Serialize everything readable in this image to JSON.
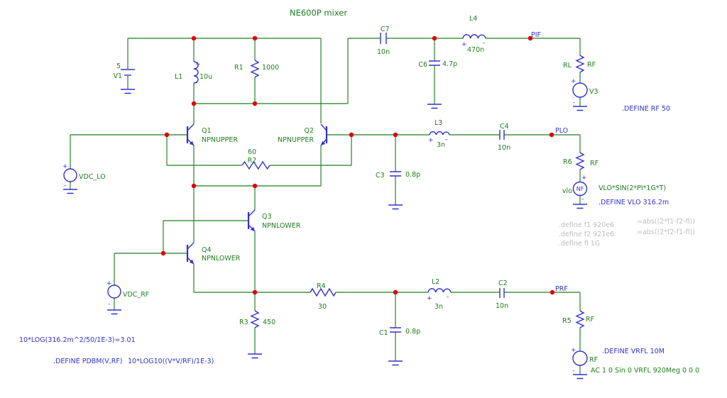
{
  "title": "NE600P mixer",
  "colors": {
    "green": "#1f7d1f",
    "blue": "#3131ce",
    "red": "#e00000",
    "muted": "#bdbdbd",
    "bg": "#ffffff"
  },
  "sym": {
    "plus": "+",
    "minus": "-"
  },
  "nodes": {
    "pif": "PIF",
    "plo": "PLO",
    "prf": "PRF"
  },
  "parts": {
    "v1": {
      "ref": "V1",
      "value": "5"
    },
    "l1": {
      "ref": "L1",
      "value": "10u"
    },
    "r1": {
      "ref": "R1",
      "value": "1000"
    },
    "c7": {
      "ref": "C7",
      "value": "10n"
    },
    "c6": {
      "ref": "C6",
      "value": "4.7p"
    },
    "l4": {
      "ref": "L4",
      "value": "470n"
    },
    "rl": {
      "ref": "RL",
      "value": "RF"
    },
    "v3": {
      "ref": "V3"
    },
    "q1": {
      "ref": "Q1",
      "model": "NPNUPPER"
    },
    "q2": {
      "ref": "Q2",
      "model": "NPNUPPER"
    },
    "q3": {
      "ref": "Q3",
      "model": "NPNLOWER"
    },
    "q4": {
      "ref": "Q4",
      "model": "NPNLOWER"
    },
    "r2": {
      "ref": "R2",
      "value": "60"
    },
    "vdc_lo": {
      "ref": "VDC_LO"
    },
    "vdc_rf": {
      "ref": "VDC_RF"
    },
    "c3": {
      "ref": "C3",
      "value": "0.8p"
    },
    "l3": {
      "ref": "L3",
      "value": "3n"
    },
    "c4": {
      "ref": "C4",
      "value": "10n"
    },
    "r6": {
      "ref": "R6",
      "value": "RF"
    },
    "vlo": {
      "ref": "vlo",
      "inner": "NF"
    },
    "r4": {
      "ref": "R4",
      "value": "30"
    },
    "r3": {
      "ref": "R3",
      "value": "450"
    },
    "c1": {
      "ref": "C1",
      "value": "0.8p"
    },
    "l2": {
      "ref": "L2",
      "value": "3n"
    },
    "c2": {
      "ref": "C2",
      "value": "10n"
    },
    "r5": {
      "ref": "R5",
      "value": "RF"
    },
    "rf_src": {
      "ref": "RF"
    }
  },
  "texts": {
    "define_rf": ".DEFINE RF 50",
    "vlo_formula": "VLO*SIN(2*PI*1G*T)",
    "define_vlo": ".DEFINE VLO 316.2m",
    "define_f1": ".define f1 920e6",
    "define_f2": ".define f2 921e6",
    "define_fl": ".define fl 1G",
    "abs_f1": "=abs((2*f1-f2-fl))",
    "abs_f2": "=abs((2*f2-f1-fl))",
    "log_calc": "10*LOG(316.2m^2/50/1E-3)=3.01",
    "define_pdbm": ".DEFINE PDBM(V,RF)",
    "pdbm_expr": "10*LOG10((V*V/RF)/1E-3)",
    "define_vrfl": ".DEFINE VRFL 10M",
    "ac_spec": "AC 1 0 Sin 0 VRFL 920Meg 0 0 0"
  }
}
